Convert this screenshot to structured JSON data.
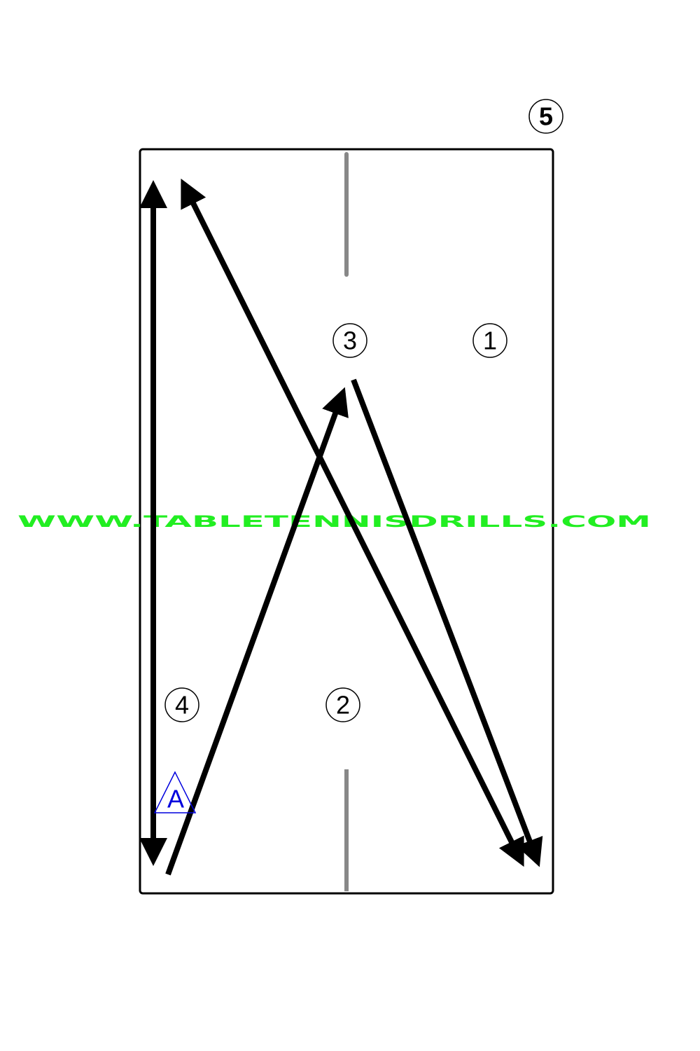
{
  "diagram": {
    "markers": [
      "1",
      "2",
      "3",
      "4",
      "5"
    ],
    "player": "A",
    "watermark": "WWW.TABLETENNISDRILLS.COM",
    "colors": {
      "table": "#000000",
      "centerline": "#888888",
      "watermark": "#22ee22",
      "player": "#0000dd"
    }
  }
}
